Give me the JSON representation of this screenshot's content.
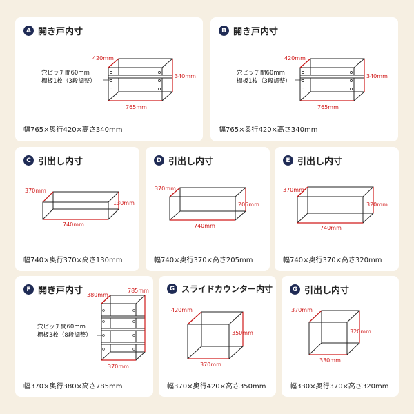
{
  "colors": {
    "background": "#f6efe2",
    "badge": "#1f2b55",
    "dimension": "#d01a1a",
    "line": "#222222"
  },
  "panels": {
    "A": {
      "badge": "A",
      "title": "開き戸内寸",
      "note1": "穴ピッチ間60mm",
      "note2": "棚板1枚（3段調整）",
      "dim_depth": "420mm",
      "dim_height": "340mm",
      "dim_width": "765mm",
      "spec": "幅765×奥行420×高さ340mm"
    },
    "B": {
      "badge": "B",
      "title": "開き戸内寸",
      "note1": "穴ピッチ間60mm",
      "note2": "棚板1枚（3段調整）",
      "dim_depth": "420mm",
      "dim_height": "340mm",
      "dim_width": "765mm",
      "spec": "幅765×奥行420×高さ340mm"
    },
    "C": {
      "badge": "C",
      "title": "引出し内寸",
      "dim_depth": "370mm",
      "dim_height": "130mm",
      "dim_width": "740mm",
      "spec": "幅740×奥行370×高さ130mm"
    },
    "D": {
      "badge": "D",
      "title": "引出し内寸",
      "dim_depth": "370mm",
      "dim_height": "205mm",
      "dim_width": "740mm",
      "spec": "幅740×奥行370×高さ205mm"
    },
    "E": {
      "badge": "E",
      "title": "引出し内寸",
      "dim_depth": "370mm",
      "dim_height": "320mm",
      "dim_width": "740mm",
      "spec": "幅740×奥行370×高さ320mm"
    },
    "F": {
      "badge": "F",
      "title": "開き戸内寸",
      "note1": "穴ピッチ間60mm",
      "note2": "棚板3枚（8段調整）",
      "dim_depth": "380mm",
      "dim_height": "785mm",
      "dim_width": "370mm",
      "spec": "幅370×奥行380×高さ785mm"
    },
    "G1": {
      "badge": "G",
      "title": "スライドカウンター内寸",
      "dim_depth": "420mm",
      "dim_height": "350mm",
      "dim_width": "370mm",
      "spec": "幅370×奥行420×高さ350mm"
    },
    "G2": {
      "badge": "G",
      "title": "引出し内寸",
      "dim_depth": "370mm",
      "dim_height": "320mm",
      "dim_width": "330mm",
      "spec": "幅330×奥行370×高さ320mm"
    }
  }
}
